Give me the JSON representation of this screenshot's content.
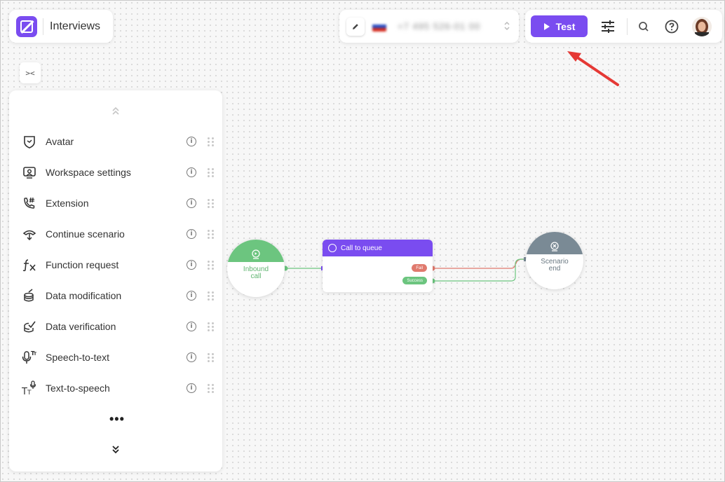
{
  "app": {
    "title": "Interviews"
  },
  "phone": {
    "number": "+7 495 526-01 00"
  },
  "toolbar": {
    "test_label": "Test"
  },
  "sidebar": {
    "items": [
      {
        "label": "Avatar",
        "icon": "avatar-shield-icon"
      },
      {
        "label": "Workspace settings",
        "icon": "workspace-icon"
      },
      {
        "label": "Extension",
        "icon": "phone-extension-icon"
      },
      {
        "label": "Continue scenario",
        "icon": "continue-scenario-icon"
      },
      {
        "label": "Function request",
        "icon": "function-fx-icon"
      },
      {
        "label": "Data modification",
        "icon": "data-modification-icon"
      },
      {
        "label": "Data verification",
        "icon": "data-verification-icon"
      },
      {
        "label": "Speech-to-text",
        "icon": "speech-to-text-icon"
      },
      {
        "label": "Text-to-speech",
        "icon": "text-to-speech-icon"
      }
    ],
    "more": "•••"
  },
  "flow": {
    "inbound": {
      "line1": "Inbound",
      "line2": "call"
    },
    "queue": {
      "title": "Call to queue",
      "fail": "Fail",
      "success": "Success"
    },
    "end": {
      "line1": "Scenario",
      "line2": "end"
    }
  },
  "colors": {
    "accent": "#7a4cf0",
    "success": "#6cc57f",
    "fail": "#e07a6e",
    "end": "#7a8a95",
    "annotation": "#e53935"
  }
}
